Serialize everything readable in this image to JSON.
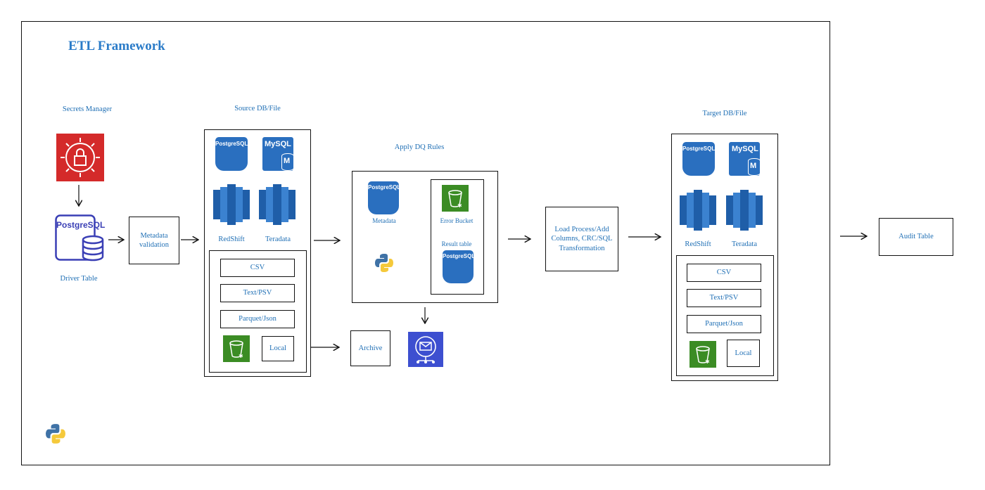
{
  "title": "ETL Framework",
  "secrets": {
    "label": "Secrets Manager",
    "driver_label": "Driver Table",
    "pg_text": "PostgreSQL"
  },
  "metadata_validation": "Metadata validation",
  "source": {
    "label": "Source DB/File",
    "pg": "PostgreSQL",
    "mysql": "MySQL",
    "mysql_letter": "M",
    "redshift": "RedShift",
    "teradata": "Teradata",
    "files": [
      "CSV",
      "Text/PSV",
      "Parquet/Json"
    ],
    "local": "Local"
  },
  "dq": {
    "label": "Apply DQ Rules",
    "pg": "PostgreSQL",
    "metadata": "Metadata",
    "error_bucket": "Error Bucket",
    "result_table": "Result table",
    "result_pg": "PostgreSQL"
  },
  "archive": "Archive",
  "load_process": "Load Process/Add Columns, CRC/SQL Transformation",
  "target": {
    "label": "Target DB/File",
    "pg": "PostgreSQL",
    "mysql": "MySQL",
    "mysql_letter": "M",
    "redshift": "RedShift",
    "teradata": "Teradata",
    "files": [
      "CSV",
      "Text/PSV",
      "Parquet/Json"
    ],
    "local": "Local"
  },
  "audit_table": "Audit Table",
  "colors": {
    "aws_blue": "#2a6fbf",
    "s3_green": "#3b8c24",
    "secrets_red": "#d42a2a",
    "sns_blue": "#3d4fd0",
    "title_blue": "#2a7bc8"
  }
}
